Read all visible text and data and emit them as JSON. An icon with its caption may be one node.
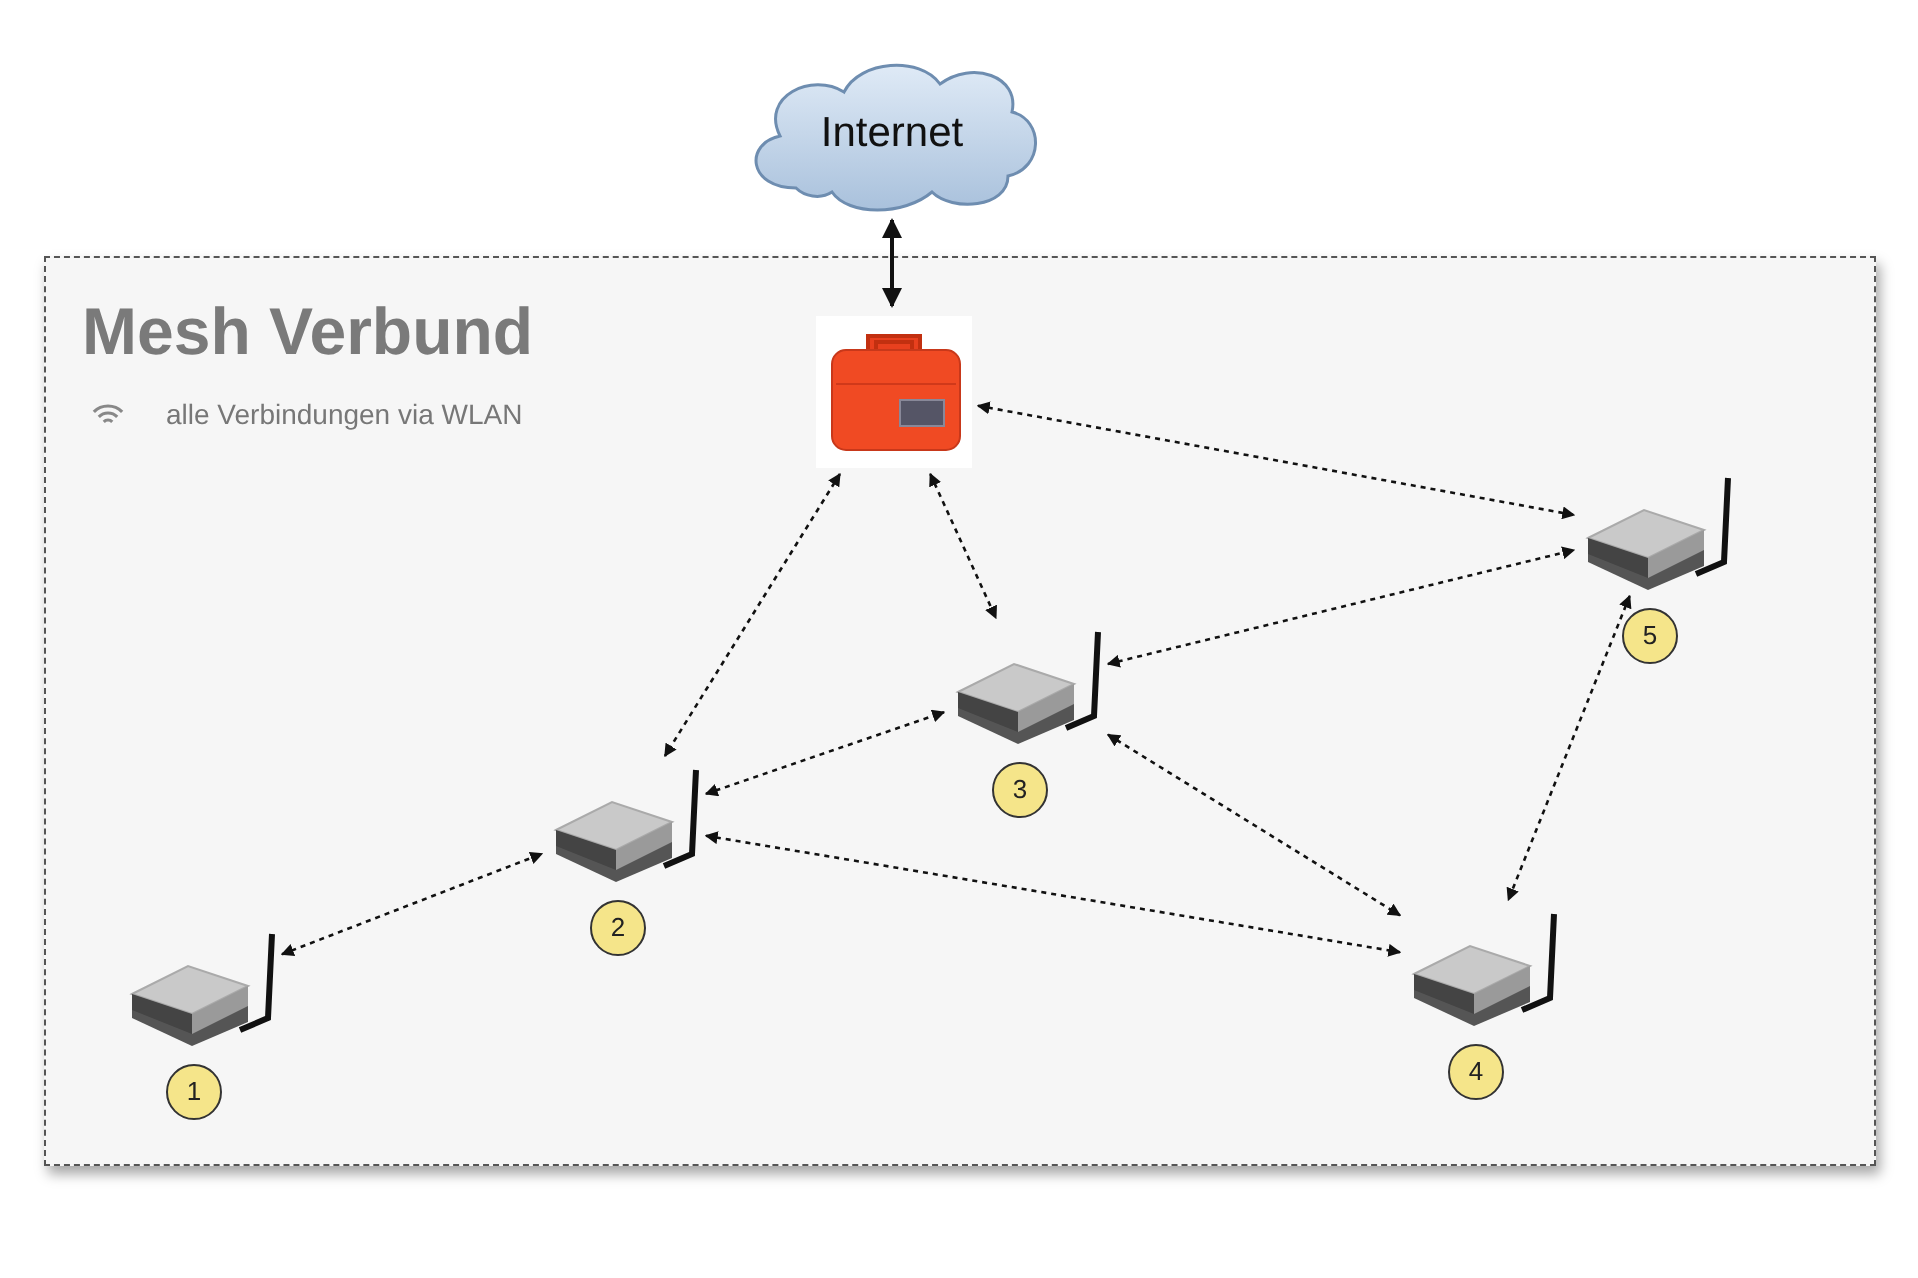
{
  "diagram": {
    "nodes": [
      {
        "text": [
          "Internet"
        ]
      },
      {
        "text": [
          "Mesh Verbund",
          "alle Verbindungen via WLAN"
        ]
      },
      {
        "text": [],
        "shape": "picture",
        "in": 1
      },
      {
        "text": [],
        "shape": "picture",
        "in": 1,
        "beside": [
          "1"
        ]
      },
      {
        "text": [],
        "shape": "picture",
        "in": 1,
        "beside": [
          "2"
        ]
      },
      {
        "text": [],
        "shape": "picture",
        "in": 1,
        "beside": [
          "3"
        ]
      },
      {
        "text": [],
        "shape": "picture",
        "in": 1,
        "beside": [
          "4"
        ]
      },
      {
        "text": [],
        "shape": "picture",
        "in": 1,
        "beside": [
          "5"
        ]
      }
    ],
    "edges": [
      {
        "from": 0,
        "to": 2,
        "arrow": "both"
      },
      {
        "from": 2,
        "to": 4,
        "arrow": "both",
        "style": "dashed"
      },
      {
        "from": 2,
        "to": 5,
        "arrow": "both",
        "style": "dashed"
      },
      {
        "from": 2,
        "to": 7,
        "arrow": "both",
        "style": "dashed"
      },
      {
        "from": 3,
        "to": 4,
        "arrow": "both",
        "style": "dashed"
      },
      {
        "from": 4,
        "to": 5,
        "arrow": "both",
        "style": "dashed"
      },
      {
        "from": 4,
        "to": 6,
        "arrow": "both",
        "style": "dashed"
      },
      {
        "from": 5,
        "to": 7,
        "arrow": "both",
        "style": "dashed"
      },
      {
        "from": 5,
        "to": 6,
        "arrow": "both",
        "style": "dashed"
      },
      {
        "from": 7,
        "to": 6,
        "arrow": "both",
        "style": "dashed"
      }
    ]
  }
}
